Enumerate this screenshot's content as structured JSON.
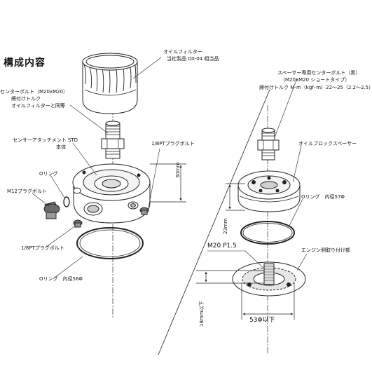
{
  "title": "構成内容",
  "labels": {
    "oil_filter": "オイルフィルター",
    "oil_filter_equiv": "当社製品 OX-04 相当品",
    "center_bolt_title": "センターボルト（M20xM20）",
    "center_bolt_torque": "締付けトルク",
    "center_bolt_note": "オイルフィルターと同等",
    "sensor_attachment": "センサーアタッチメント STD",
    "sensor_attachment_body": "本体",
    "plug_bolt_upper": "1/8PTプラグボルト",
    "o_ring": "Oリング",
    "m12_plug_bolt": "M12プラグボルト",
    "plug_bolt_lower": "1/8PTプラグボルト",
    "o_ring_56": "Oリング　内径56Φ",
    "spacer_bolt_title": "スペーサー専用センターボルト（黒）",
    "spacer_bolt_type": "（M20xM20 ショートタイプ）",
    "spacer_bolt_torque": "締付けトルク N･m（kgf･m）22～25（2.2～2.5）",
    "oil_block_spacer": "オイルブロックスペーサー",
    "o_ring_57": "Oリング　内径57Φ",
    "engine_mount": "エンジン側取り付け部"
  },
  "dimensions": {
    "height_30": "30mm",
    "height_23": "23mm",
    "thread": "M20 P1.5",
    "thread_length": "18mm以下",
    "diameter": "53Φ以下"
  }
}
